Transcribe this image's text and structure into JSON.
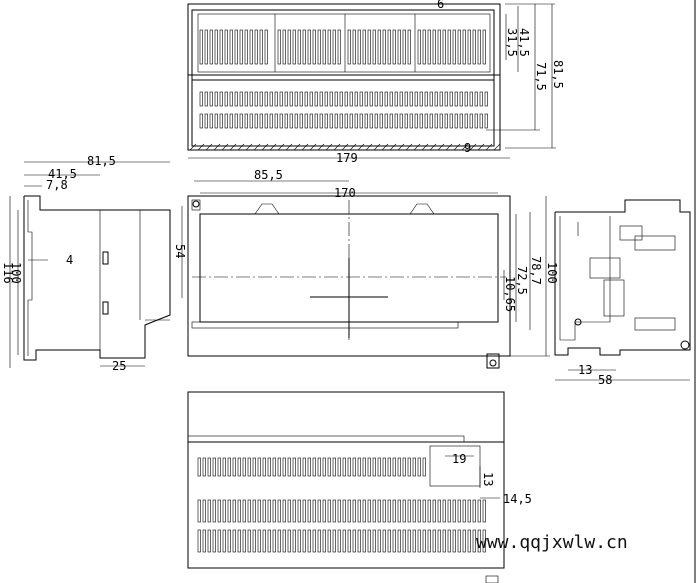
{
  "top_view": {
    "dims": {
      "d1": "41,5",
      "d2": "31,5",
      "d3": "71,5",
      "d4": "81,5",
      "d5": "6",
      "d6": "9"
    }
  },
  "side_view": {
    "dims": {
      "overall_depth": "81,5",
      "d415": "41,5",
      "d78": "7,8",
      "d4": "4",
      "h116": "116",
      "h100": "100",
      "w25": "25"
    }
  },
  "front_view": {
    "dims": {
      "w179": "179",
      "w855": "85,5",
      "w170": "170",
      "h54": "54",
      "h787": "78,7",
      "h725": "72,5",
      "h100": "100",
      "h1065": "10,65"
    }
  },
  "right_view": {
    "dims": {
      "w13": "13",
      "w58": "58"
    }
  },
  "bottom_view": {
    "dims": {
      "w19": "19",
      "h13": "13",
      "w145": "14,5"
    }
  },
  "watermark": "www.qqjxwlw.cn"
}
